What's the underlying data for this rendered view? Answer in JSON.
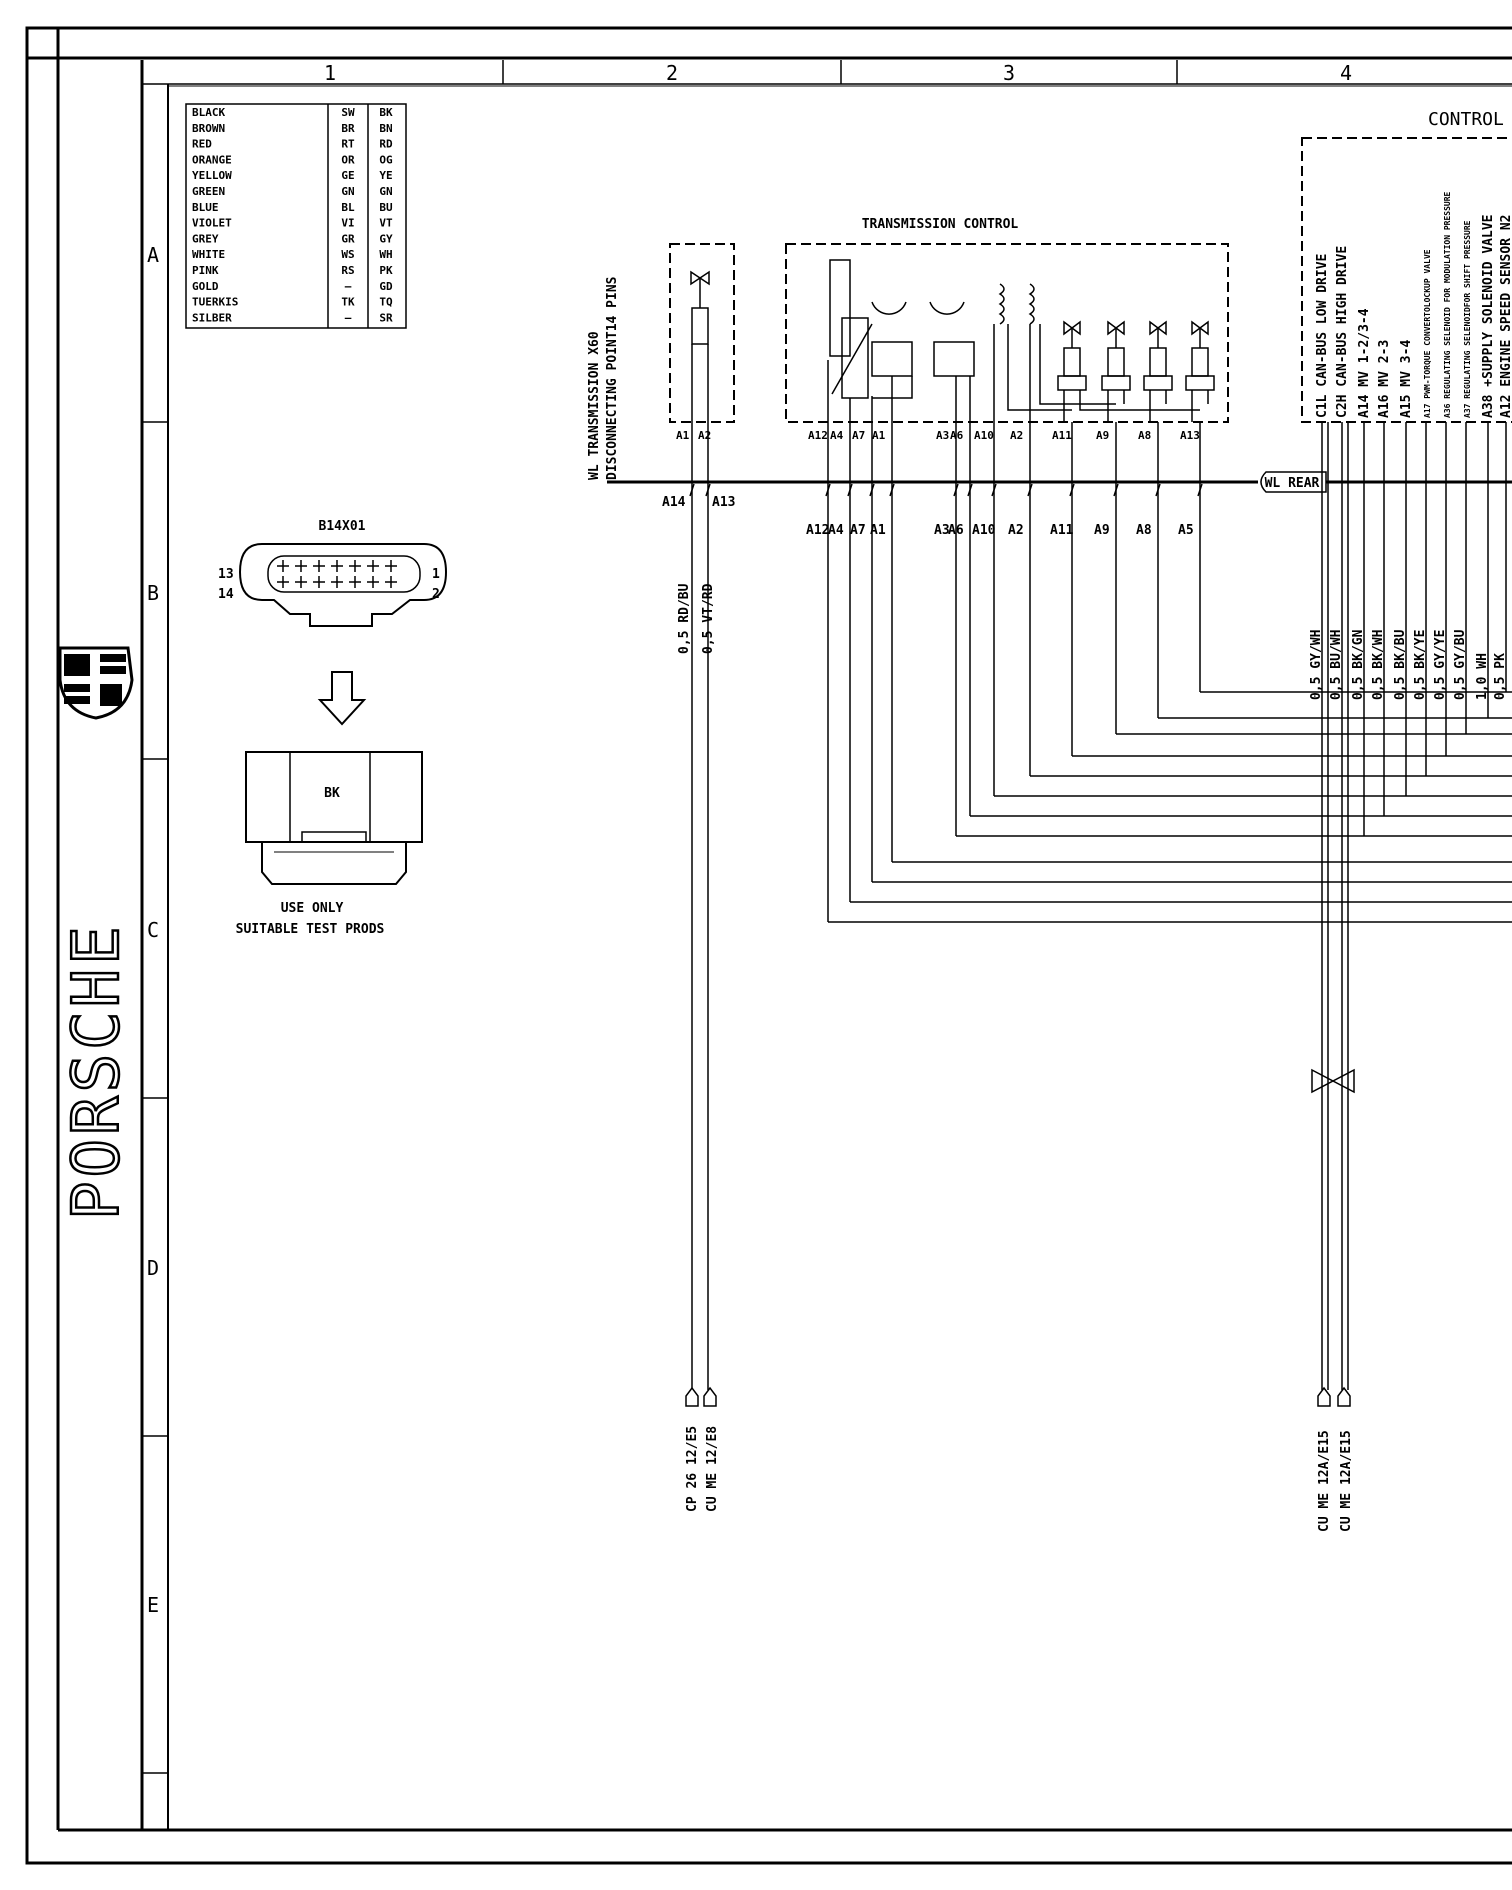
{
  "sheet": {
    "columns": [
      "1",
      "2",
      "3",
      "4"
    ],
    "rows": [
      "A",
      "B",
      "C",
      "D",
      "E"
    ],
    "control_title": "CONTROL",
    "brand": "PORSCHE"
  },
  "color_table": [
    [
      "BLACK",
      "SW",
      "BK"
    ],
    [
      "BROWN",
      "BR",
      "BN"
    ],
    [
      "RED",
      "RT",
      "RD"
    ],
    [
      "ORANGE",
      "OR",
      "OG"
    ],
    [
      "YELLOW",
      "GE",
      "YE"
    ],
    [
      "GREEN",
      "GN",
      "GN"
    ],
    [
      "BLUE",
      "BL",
      "BU"
    ],
    [
      "VIOLET",
      "VI",
      "VT"
    ],
    [
      "GREY",
      "GR",
      "GY"
    ],
    [
      "WHITE",
      "WS",
      "WH"
    ],
    [
      "PINK",
      "RS",
      "PK"
    ],
    [
      "GOLD",
      "—",
      "GD"
    ],
    [
      "TUERKIS",
      "TK",
      "TQ"
    ],
    [
      "SILBER",
      "—",
      "SR"
    ]
  ],
  "connector": {
    "name": "B14X01",
    "pin_top_left": "13",
    "pin_bottom_left": "14",
    "pin_top_right": "1",
    "pin_bottom_right": "2",
    "housing_label": "BK",
    "note_line1": "USE ONLY",
    "note_line2": "SUITABLE TEST PRODS"
  },
  "harness": {
    "vertical_line1": "WL TRANSMISSION X60",
    "vertical_line2": "DISCONNECTING POINT14 PINS",
    "rear_label": "WL REAR"
  },
  "left_component": {
    "pins": [
      "A1",
      "A2"
    ],
    "lower_pins": [
      "A14",
      "A13"
    ]
  },
  "transmission_control": {
    "title": "TRANSMISSION CONTROL",
    "box_pins": [
      "A12",
      "A4",
      "A7",
      "A1",
      "A3",
      "A6",
      "A10",
      "A2",
      "A11",
      "A9",
      "A8",
      "A13"
    ],
    "lower_pins": [
      "A12",
      "A4",
      "A7",
      "A1",
      "A3",
      "A6",
      "A10",
      "A2",
      "A11",
      "A9",
      "A8",
      "A5"
    ]
  },
  "left_wires": [
    "0,5 RD/BU",
    "0,5 VT/RD"
  ],
  "left_wire_destinations": [
    "CP 26  12/E5",
    "CU ME  12/E8"
  ],
  "control_pins": [
    "C1L CAN-BUS LOW DRIVE",
    "C2H CAN-BUS HIGH DRIVE",
    "A14 MV 1-2/3-4",
    "A16 MV 2-3",
    "A15 MV 3-4",
    "A17 PWM-TORQUE CONVERTOLOCKUP VALVE",
    "A36 REGULATING SELENOID FOR MODULATION PRESSURE",
    "A37 REGULATING SELENOIDFOR SHIFT PRESSURE",
    "A38 +SUPPLY SOLENOID VALVE",
    "A12 ENGINE SPEED SENSOR N2"
  ],
  "right_wires": [
    "0,5 GY/WH",
    "0,5 BU/WH",
    "0,5 BK/GN",
    "0,5 BK/WH",
    "0,5 BK/BU",
    "0,5 BK/YE",
    "0,5 GY/YE",
    "0,5 GY/BU",
    "1,0 WH",
    "0,5 PK"
  ],
  "right_wire_destinations": [
    "CU ME  12A/E15",
    "CU ME  12A/E15"
  ]
}
